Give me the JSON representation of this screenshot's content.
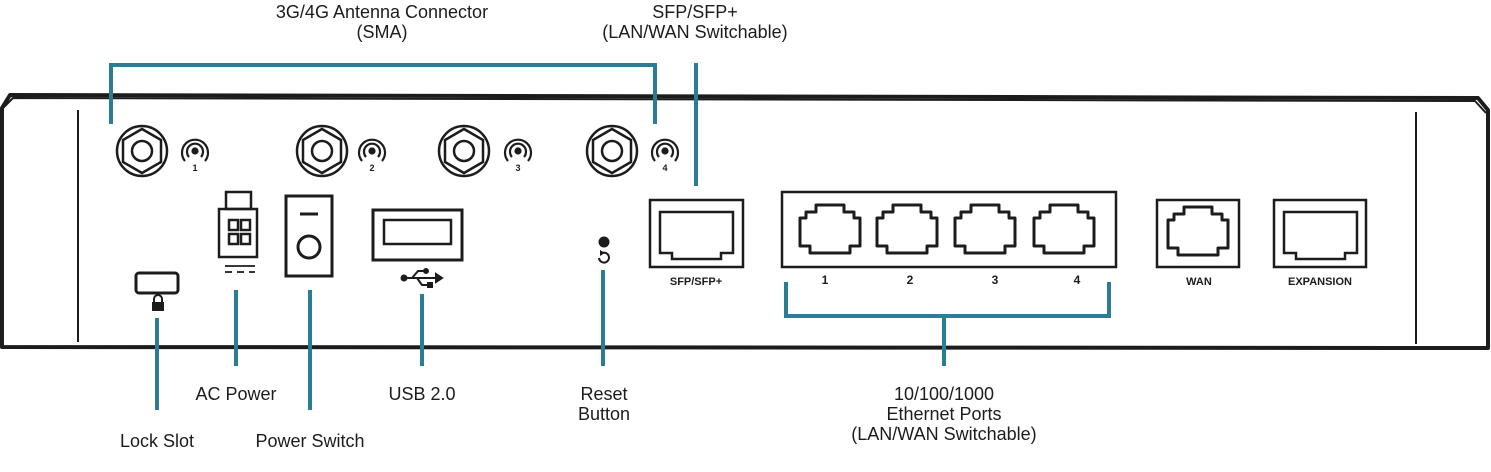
{
  "callouts": {
    "antenna": {
      "line1": "3G/4G Antenna Connector",
      "line2": "(SMA)"
    },
    "sfp": {
      "line1": "SFP/SFP+",
      "line2": "(LAN/WAN Switchable)"
    },
    "lock": {
      "label": "Lock Slot"
    },
    "ac_power": {
      "label": "AC Power"
    },
    "power_switch": {
      "label": "Power Switch"
    },
    "usb": {
      "label": "USB 2.0"
    },
    "reset": {
      "line1": "Reset",
      "line2": "Button"
    },
    "ethernet": {
      "line1": "10/100/1000",
      "line2": "Ethernet Ports",
      "line3": "(LAN/WAN Switchable)"
    }
  },
  "panel": {
    "antennas": [
      {
        "number": "1"
      },
      {
        "number": "2"
      },
      {
        "number": "3"
      },
      {
        "number": "4"
      }
    ],
    "sfp_port_label": "SFP/SFP+",
    "lan_ports": [
      {
        "number": "1"
      },
      {
        "number": "2"
      },
      {
        "number": "3"
      },
      {
        "number": "4"
      }
    ],
    "wan_label": "WAN",
    "expansion_label": "EXPANSION"
  },
  "colors": {
    "outline": "#1c1c1c",
    "leader": "#2b7c95",
    "background": "#ffffff"
  }
}
